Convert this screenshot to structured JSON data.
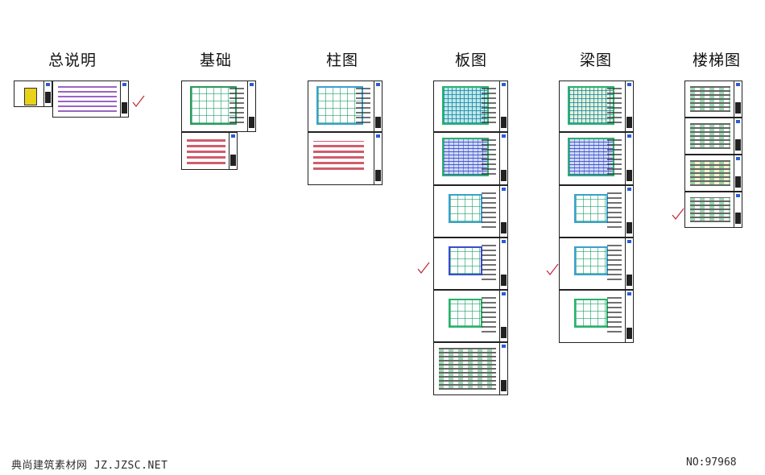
{
  "columns": {
    "general": "总说明",
    "foundation": "基础",
    "column": "柱图",
    "slab": "板图",
    "beam": "梁图",
    "stair": "楼梯图"
  },
  "footer": {
    "site": "典尚建筑素材网 JZ.JZSC.NET",
    "number": "NO:97968"
  },
  "colors": {
    "check_mark": "#c0283a",
    "plan_green": "#27b36a",
    "titleblock_blue": "#2a5bd7"
  }
}
